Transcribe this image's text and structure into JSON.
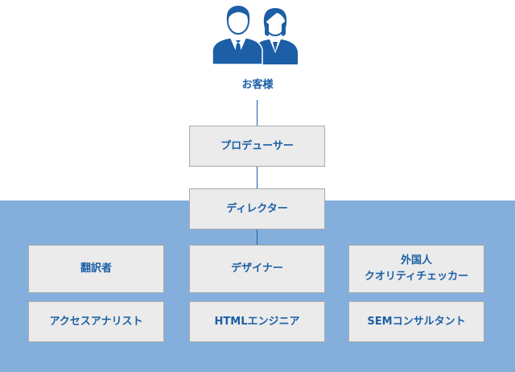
{
  "diagram": {
    "customer_label": "お客様",
    "producer": "プロデューサー",
    "director": "ディレクター",
    "roles": {
      "translator": "翻訳者",
      "designer": "デザイナー",
      "checker_line1": "外国人",
      "checker_line2": "クオリティチェッカー",
      "assistant": "アクセスアナリスト",
      "html_engineer": "HTMLエンジニア",
      "sem_consultant": "SEMコンサルタント"
    }
  },
  "colors": {
    "accent": "#1c5fa6",
    "band": "#84afdd",
    "box_fill": "#ebebeb",
    "box_border": "#a9a9a9"
  },
  "icons": [
    "customers-icon"
  ]
}
